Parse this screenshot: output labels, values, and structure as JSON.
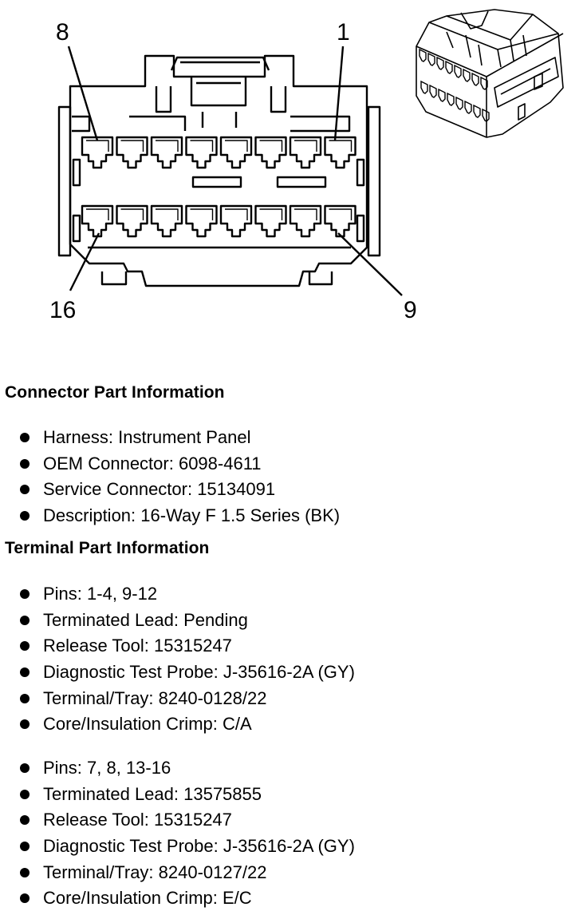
{
  "diagram": {
    "pin_labels": {
      "top_left": "8",
      "top_right": "1",
      "bottom_left": "16",
      "bottom_right": "9"
    },
    "top_row_cavities": 8,
    "bottom_row_cavities": 8
  },
  "connector_section": {
    "heading": "Connector Part Information",
    "items": [
      "Harness: Instrument Panel",
      "OEM Connector: 6098-4611",
      "Service Connector: 15134091",
      "Description: 16-Way F 1.5 Series (BK)"
    ]
  },
  "terminal_section": {
    "heading": "Terminal Part Information",
    "groups": [
      {
        "items": [
          "Pins: 1-4, 9-12",
          "Terminated Lead: Pending",
          "Release Tool: 15315247",
          "Diagnostic Test Probe: J-35616-2A (GY)",
          "Terminal/Tray: 8240-0128/22",
          "Core/Insulation Crimp: C/A"
        ]
      },
      {
        "items": [
          "Pins: 7, 8, 13-16",
          "Terminated Lead: 13575855",
          "Release Tool: 15315247",
          "Diagnostic Test Probe: J-35616-2A (GY)",
          "Terminal/Tray: 8240-0127/22",
          "Core/Insulation Crimp: E/C"
        ]
      }
    ]
  }
}
